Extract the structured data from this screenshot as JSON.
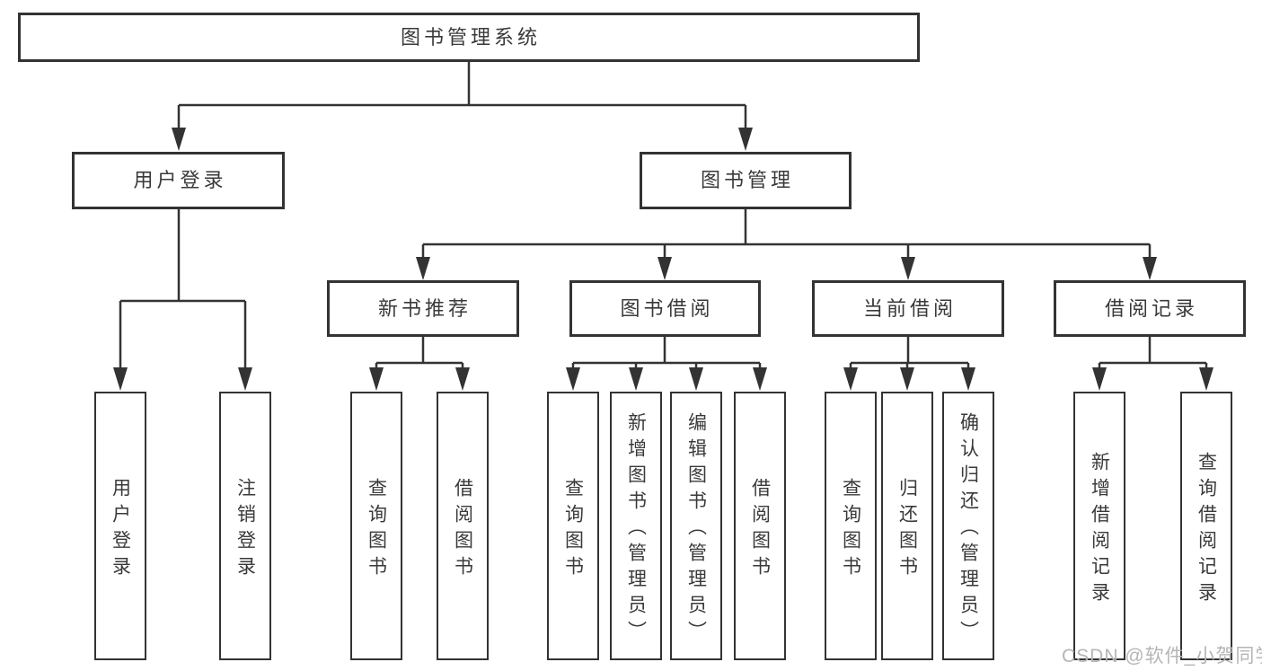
{
  "diagram": {
    "title": "图书管理系统",
    "branches": [
      {
        "label": "用户登录",
        "children": [
          {
            "label": "用户登录"
          },
          {
            "label": "注销登录"
          }
        ]
      },
      {
        "label": "图书管理",
        "children": [
          {
            "label": "新书推荐",
            "children": [
              {
                "label": "查询图书"
              },
              {
                "label": "借阅图书"
              }
            ]
          },
          {
            "label": "图书借阅",
            "children": [
              {
                "label": "查询图书"
              },
              {
                "label": "新增图书（管理员）"
              },
              {
                "label": "编辑图书（管理员）"
              },
              {
                "label": "借阅图书"
              }
            ]
          },
          {
            "label": "当前借阅",
            "children": [
              {
                "label": "查询图书"
              },
              {
                "label": "归还图书"
              },
              {
                "label": "确认归还（管理员）"
              }
            ]
          },
          {
            "label": "借阅记录",
            "children": [
              {
                "label": "新增借阅记录"
              },
              {
                "label": "查询借阅记录"
              }
            ]
          }
        ]
      }
    ]
  },
  "watermark": {
    "text": "CSDN @软件_小贺同学"
  },
  "colors": {
    "line": "#333333",
    "box_border": "#333333",
    "text": "#3a3a3a",
    "background": "#ffffff",
    "watermark": "#b5b5b8"
  }
}
